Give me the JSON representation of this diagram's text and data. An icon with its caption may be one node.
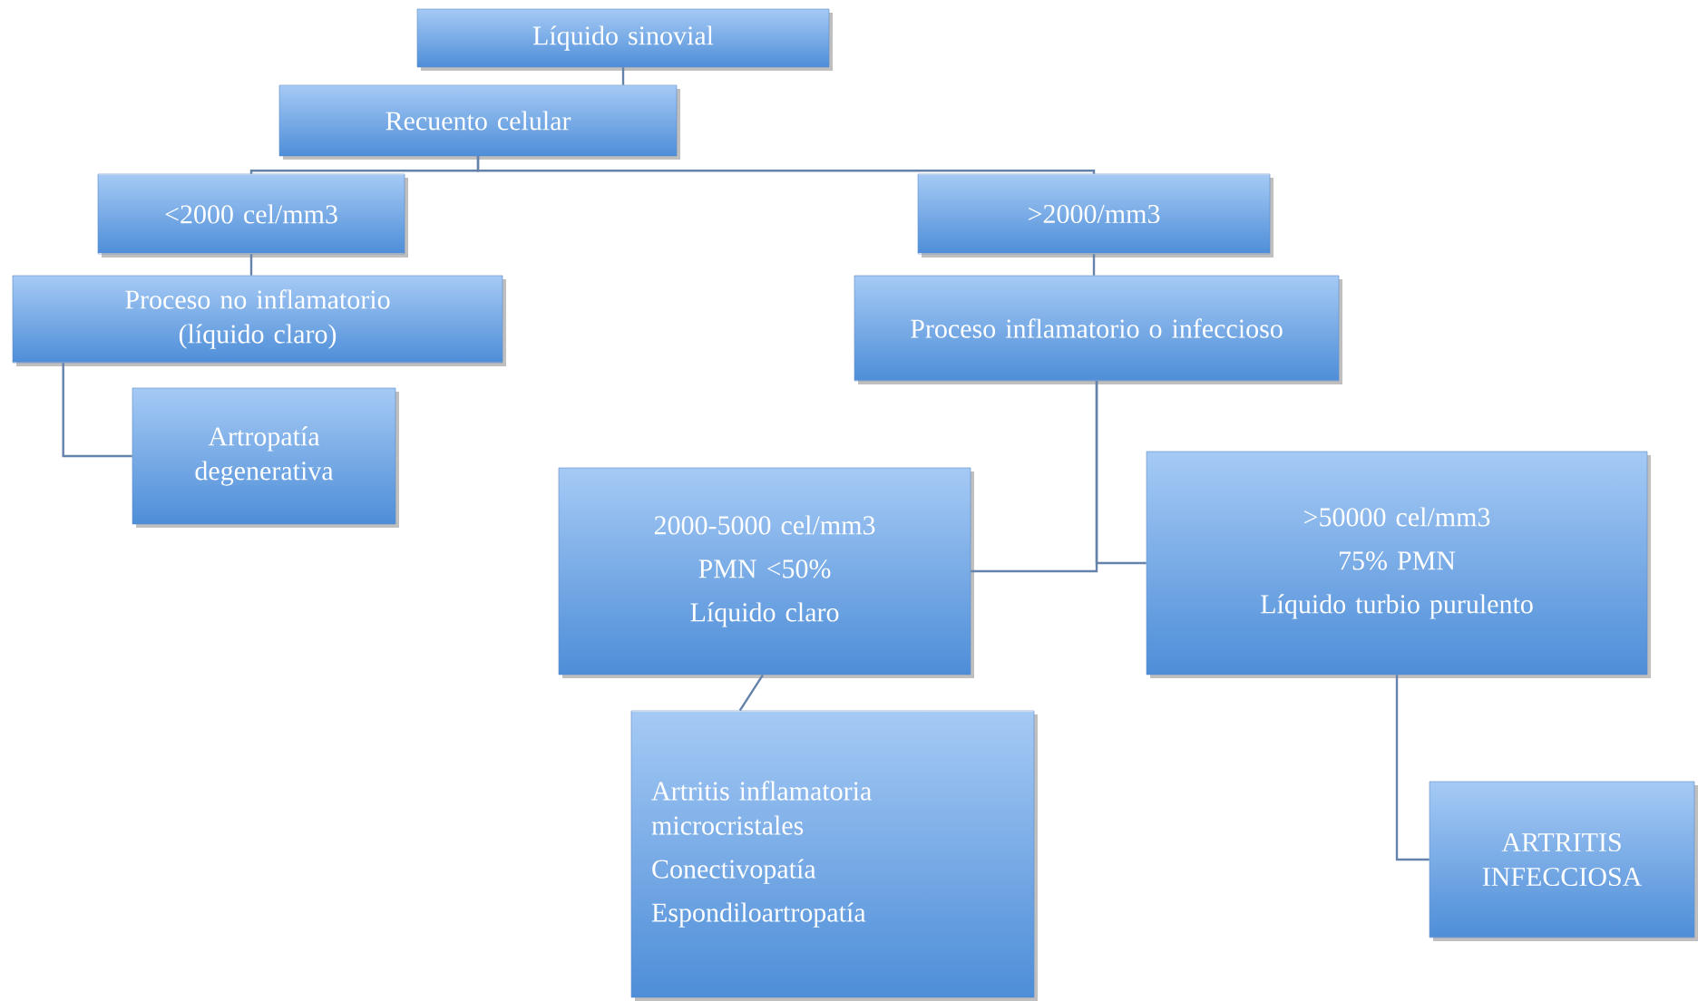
{
  "diagram": {
    "nodes": [
      {
        "text": [
          "Líquido sinovial"
        ]
      },
      {
        "text": [
          "Recuento celular"
        ]
      },
      {
        "text": [
          "<2000 cel/mm3"
        ]
      },
      {
        "text": [
          ">2000/mm3"
        ]
      },
      {
        "text": [
          "Proceso no inflamatorio (líquido claro)"
        ]
      },
      {
        "text": [
          "Proceso inflamatorio o infeccioso"
        ]
      },
      {
        "text": [
          "Artropatía degenerativa"
        ]
      },
      {
        "text": [
          "2000-5000 cel/mm3",
          "PMN <50%",
          "Líquido claro"
        ]
      },
      {
        "text": [
          ">50000 cel/mm3",
          "75% PMN",
          "Líquido turbio purulento"
        ]
      },
      {
        "text": [
          "Artritis inflamatoria microcristales",
          "Conectivopatía",
          "Espondiloartropatía"
        ]
      },
      {
        "text": [
          "ARTRITIS INFECCIOSA"
        ]
      }
    ],
    "edges": [
      {
        "from": 0,
        "to": 1,
        "arrow": "none"
      },
      {
        "from": 1,
        "to": 2,
        "arrow": "none"
      },
      {
        "from": 1,
        "to": 3,
        "arrow": "none"
      },
      {
        "from": 2,
        "to": 4,
        "arrow": "none"
      },
      {
        "from": 3,
        "to": 5,
        "arrow": "none"
      },
      {
        "from": 4,
        "to": 6,
        "arrow": "none"
      },
      {
        "from": 5,
        "to": 7,
        "arrow": "none"
      },
      {
        "from": 5,
        "to": 8,
        "arrow": "none"
      },
      {
        "from": 7,
        "to": 9,
        "arrow": "none"
      },
      {
        "from": 8,
        "to": 10,
        "arrow": "none"
      }
    ]
  }
}
